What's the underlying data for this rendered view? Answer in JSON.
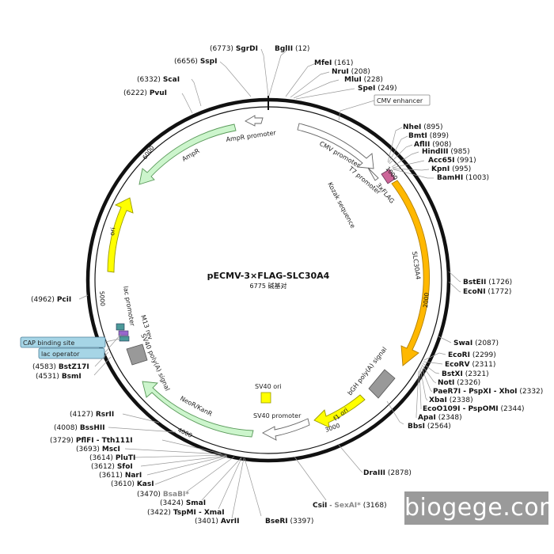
{
  "plasmid": {
    "name": "pECMV-3×FLAG-SLC30A4",
    "size_text": "6775 碱基对",
    "length": 6775
  },
  "ticks": [
    "1000",
    "2000",
    "3000",
    "4000",
    "5000",
    "6000"
  ],
  "features": [
    {
      "label": "CMV enhancer",
      "boxed": true
    },
    {
      "label": "CMV promoter"
    },
    {
      "label": "T7 promoter"
    },
    {
      "label": "Kozak sequence"
    },
    {
      "label": "3xFLAG"
    },
    {
      "label": "SLC30A4"
    },
    {
      "label": "bGH poly(A) signal"
    },
    {
      "label": "f1 ori"
    },
    {
      "label": "SV40 promoter"
    },
    {
      "label": "SV40 ori"
    },
    {
      "label": "NeoR/KanR"
    },
    {
      "label": "SV40 poly(A) signal"
    },
    {
      "label": "M13 rev"
    },
    {
      "label": "lac operator",
      "boxed": true
    },
    {
      "label": "CAP binding site",
      "boxed": true
    },
    {
      "label": "lac promoter"
    },
    {
      "label": "ori"
    },
    {
      "label": "AmpR"
    },
    {
      "label": "AmpR promoter"
    }
  ],
  "sites": [
    {
      "name": "SgrDI",
      "pos": "(6773)",
      "order": "pos-first"
    },
    {
      "name": "BglII",
      "pos": "(12)"
    },
    {
      "name": "SspI",
      "pos": "(6656)",
      "order": "pos-first"
    },
    {
      "name": "MfeI",
      "pos": "(161)"
    },
    {
      "name": "NruI",
      "pos": "(208)"
    },
    {
      "name": "MluI",
      "pos": "(228)"
    },
    {
      "name": "ScaI",
      "pos": "(6332)",
      "order": "pos-first"
    },
    {
      "name": "SpeI",
      "pos": "(249)"
    },
    {
      "name": "PvuI",
      "pos": "(6222)",
      "order": "pos-first"
    },
    {
      "name": "NheI",
      "pos": "(895)"
    },
    {
      "name": "BmtI",
      "pos": "(899)"
    },
    {
      "name": "AflII",
      "pos": "(908)"
    },
    {
      "name": "HindIII",
      "pos": "(985)"
    },
    {
      "name": "Acc65I",
      "pos": "(991)"
    },
    {
      "name": "KpnI",
      "pos": "(995)"
    },
    {
      "name": "BamHI",
      "pos": "(1003)"
    },
    {
      "name": "BstEII",
      "pos": "(1726)"
    },
    {
      "name": "EcoNI",
      "pos": "(1772)"
    },
    {
      "name": "PciI",
      "pos": "(4962)",
      "order": "pos-first"
    },
    {
      "name": "SwaI",
      "pos": "(2087)"
    },
    {
      "name": "EcoRI",
      "pos": "(2299)"
    },
    {
      "name": "EcoRV",
      "pos": "(2311)"
    },
    {
      "name": "BstXI",
      "pos": "(2321)"
    },
    {
      "name": "NotI",
      "pos": "(2326)"
    },
    {
      "name": "PaeR7I - PspXI - XhoI",
      "pos": "(2332)"
    },
    {
      "name": "XbaI",
      "pos": "(2338)"
    },
    {
      "name": "EcoO109I - PspOMI",
      "pos": "(2344)"
    },
    {
      "name": "ApaI",
      "pos": "(2348)"
    },
    {
      "name": "BstZ17I",
      "pos": "(4583)",
      "order": "pos-first"
    },
    {
      "name": "BsmI",
      "pos": "(4531)",
      "order": "pos-first"
    },
    {
      "name": "BbsI",
      "pos": "(2564)"
    },
    {
      "name": "RsrII",
      "pos": "(4127)",
      "order": "pos-first"
    },
    {
      "name": "BssHII",
      "pos": "(4008)",
      "order": "pos-first"
    },
    {
      "name": "PflFI - Tth111I",
      "pos": "(3729)",
      "order": "pos-first"
    },
    {
      "name": "MscI",
      "pos": "(3693)",
      "order": "pos-first"
    },
    {
      "name": "PluTI",
      "pos": "(3614)",
      "order": "pos-first"
    },
    {
      "name": "SfoI",
      "pos": "(3612)",
      "order": "pos-first"
    },
    {
      "name": "NarI",
      "pos": "(3611)",
      "order": "pos-first"
    },
    {
      "name": "KasI",
      "pos": "(3610)",
      "order": "pos-first"
    },
    {
      "name": "DraIII",
      "pos": "(2878)"
    },
    {
      "name": "BsaBI*",
      "pos": "(3470)",
      "order": "pos-first",
      "grey": true
    },
    {
      "name": "SmaI",
      "pos": "(3424)",
      "order": "pos-first"
    },
    {
      "name": "TspMI - XmaI",
      "pos": "(3422)",
      "order": "pos-first"
    },
    {
      "name": "AvrII",
      "pos": "(3401)",
      "order": "pos-first"
    },
    {
      "name": "BseRI",
      "pos": "(3397)"
    },
    {
      "name": "CsiI",
      "pos": "",
      "order": "pos-first"
    },
    {
      "name": "SexAI*",
      "pos": "(3168)",
      "grey": true
    }
  ],
  "colors": {
    "backbone": "#111111",
    "promoter": "#ffffff",
    "cds_orange": "#ffb800",
    "ori_yellow": "#ffff00",
    "marker_green": "#ccf5cc",
    "polyA_grey": "#999999",
    "flag_purple": "#cc6699",
    "lac_teal": "#4c9999",
    "box_blue": "#a6d5e6"
  },
  "watermark": "biogege.com"
}
